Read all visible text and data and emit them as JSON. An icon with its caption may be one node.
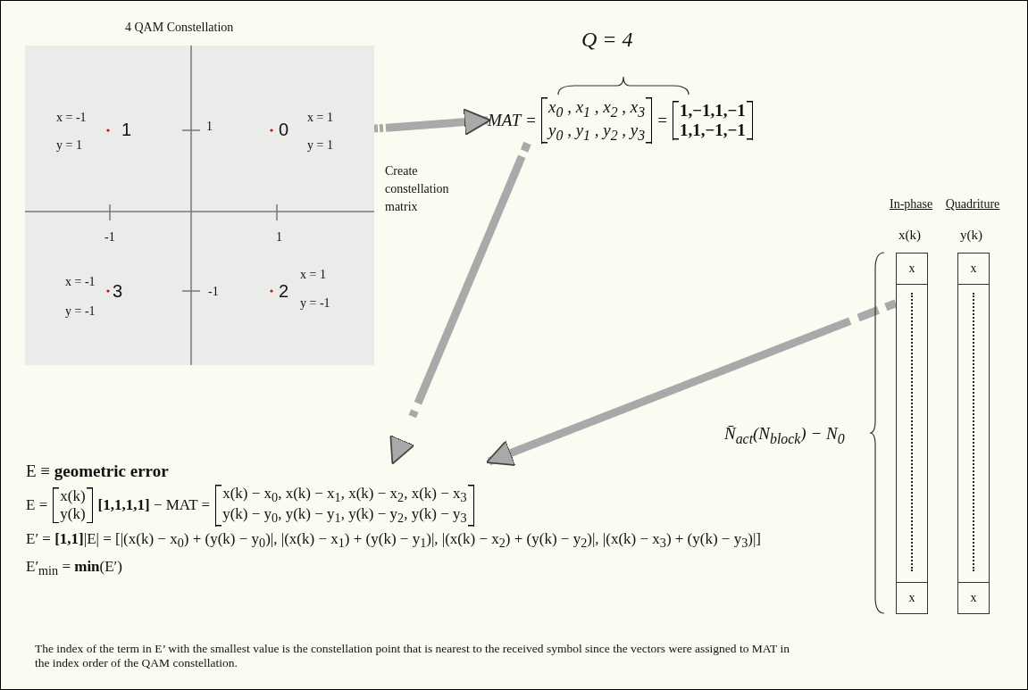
{
  "diagram": {
    "nodes": [
      {
        "text": [
          "4 QAM Constellation"
        ]
      },
      {
        "text": [
          "MAT",
          "=",
          "x$_{0}$ , x$_{1}$ , x$_{2}$ , x$_{3}$",
          "y$_{0}$ , y$_{1}$ , y$_{2}$ , y$_{3}$",
          "=",
          "1,−1,1,−1",
          "1,1,−1,−1"
        ]
      },
      {
        "text": [
          "In-phase",
          "x(k)"
        ]
      },
      {
        "text": [
          "x"
        ],
        "in": 2
      },
      {
        "text": [
          "x"
        ],
        "in": 2
      },
      {
        "text": [
          "Quadriture",
          "y(k)"
        ]
      },
      {
        "text": [
          "x"
        ],
        "in": 5
      },
      {
        "text": [
          "x"
        ],
        "in": 5
      },
      {
        "text": [
          "E ≡ **geometric error**",
          "E =",
          "x(k)",
          "y(k)",
          "**[1,1,1,1]** − MAT =",
          "x(k) − x$_{0}$, x(k) − x$_{1}$, x(k) − x$_{2}$, x(k) − x$_{3}$",
          "y(k) − y$_{0}$, y(k) − y$_{1}$, y(k) − y$_{2}$, y(k) − y$_{3}$",
          "E′ = **[1,1]**|E| = [|(x(k) − x$_{0}$) + (y(k) − y$_{0}$)|, |(x(k) − x$_{1}$) + (y(k) − y$_{1}$)|, |(x(k) − x$_{2}$) + (y(k) − y$_{2}$)|, |(x(k) − x$_{3}$) + (y(k) − y$_{3}$)|]",
          "E′$_{min}$ = **min**(E′)"
        ]
      }
    ],
    "edges": [
      {
        "from": 0,
        "to": 1,
        "arrow": "to",
        "label": "Create constellation matrix"
      },
      {
        "from": 1,
        "to": 8,
        "arrow": "to"
      },
      {
        "from": 2,
        "to": 8,
        "arrow": "to"
      }
    ],
    "labels": [
      "Q = 4",
      "x = -1",
      "1",
      "1",
      "0",
      "x = 1",
      "y = 1",
      "y = 1",
      "-1",
      "1",
      "x = 1",
      "x = -1",
      "3",
      "-1",
      "2",
      "y = -1",
      "y = -1",
      "N̄$_{act}$(N$_{block}$) − N$_{0}$",
      "The index of the term in E’ with the smallest value is the constellation point that is nearest to the received symbol since the vectors were assigned to MAT in the index order of the QAM constellation."
    ]
  }
}
